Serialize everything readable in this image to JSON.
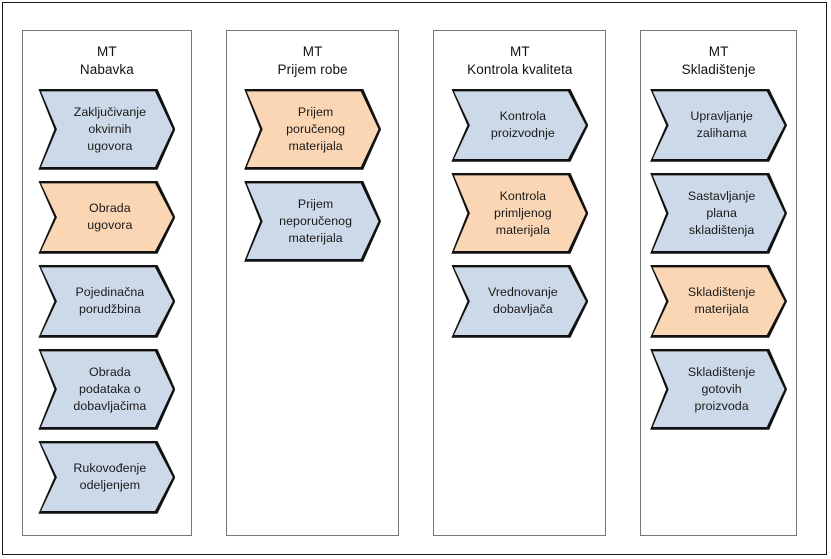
{
  "diagram": {
    "title_absent": true,
    "colors": {
      "fill_blue": "#ccd9e8",
      "fill_orange": "#fad6b4",
      "stroke": "#111111",
      "panel_border": "#777777",
      "frame_border": "#1a1a1a",
      "background": "#ffffff",
      "text": "#1a1a1a"
    },
    "columns": [
      {
        "header_line1": "MT",
        "header_line2": "Nabavka",
        "header": "MT\nNabavka",
        "items": [
          {
            "label": "Zaključivanje\nokvirnih\nugovora",
            "color": "blue",
            "lines": 3
          },
          {
            "label": "Obrada\nugovora",
            "color": "orange",
            "lines": 2
          },
          {
            "label": "Pojedinačna\nporudžbina",
            "color": "blue",
            "lines": 2
          },
          {
            "label": "Obrada\npodataka o\ndobavljačima",
            "color": "blue",
            "lines": 3
          },
          {
            "label": "Rukovođenje\nodeljenjem",
            "color": "blue",
            "lines": 2
          }
        ]
      },
      {
        "header_line1": "MT",
        "header_line2": "Prijem robe",
        "header": "MT\nPrijem robe",
        "items": [
          {
            "label": "Prijem\nporučenog\nmaterijala",
            "color": "orange",
            "lines": 3
          },
          {
            "label": "Prijem\nneporučenog\nmaterijala",
            "color": "blue",
            "lines": 3
          }
        ]
      },
      {
        "header_line1": "MT",
        "header_line2": "Kontrola kvaliteta",
        "header": "MT\nKontrola kvaliteta",
        "items": [
          {
            "label": "Kontrola\nproizvodnje",
            "color": "blue",
            "lines": 2
          },
          {
            "label": "Kontrola\nprimljenog\nmaterijala",
            "color": "orange",
            "lines": 3
          },
          {
            "label": "Vrednovanje\ndobavljača",
            "color": "blue",
            "lines": 2
          }
        ]
      },
      {
        "header_line1": "MT",
        "header_line2": "Skladištenje",
        "header": "MT\nSkladištenje",
        "items": [
          {
            "label": "Upravljanje\nzalihama",
            "color": "blue",
            "lines": 2
          },
          {
            "label": "Sastavljanje\nplana\nskladištenja",
            "color": "blue",
            "lines": 3
          },
          {
            "label": "Skladištenje\nmaterijala",
            "color": "orange",
            "lines": 2
          },
          {
            "label": "Skladištenje\ngotovih\nproizvoda",
            "color": "blue",
            "lines": 3
          }
        ]
      }
    ]
  }
}
